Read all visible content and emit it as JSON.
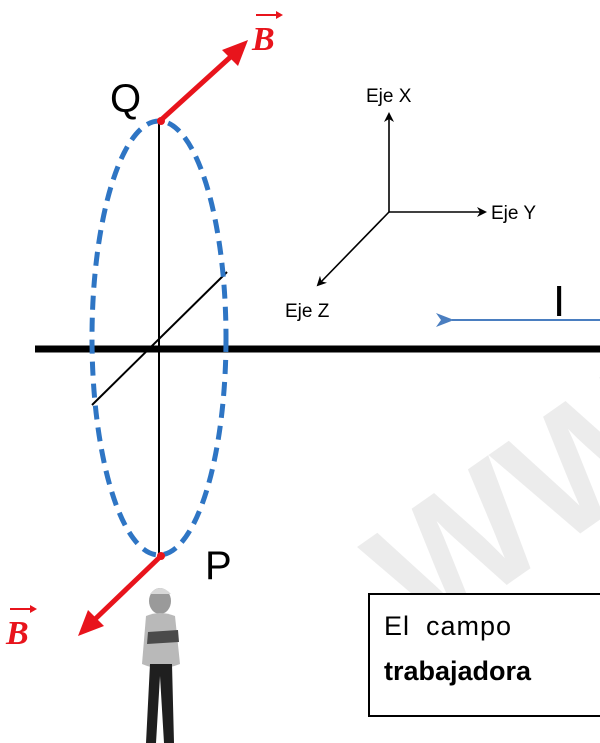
{
  "labels": {
    "b_top": "B",
    "b_bottom": "B",
    "point_q": "Q",
    "point_p": "P",
    "axis_x": "Eje X",
    "axis_y": "Eje Y",
    "axis_z": "Eje Z",
    "current": "I"
  },
  "note": {
    "word1": "El",
    "word2": "campo",
    "line2": "trabajadora"
  },
  "colors": {
    "b_vector": "#e8141c",
    "loop": "#2e75c4",
    "current_arrow": "#4a7ec0",
    "wire": "#000000"
  },
  "watermark": "WWW"
}
